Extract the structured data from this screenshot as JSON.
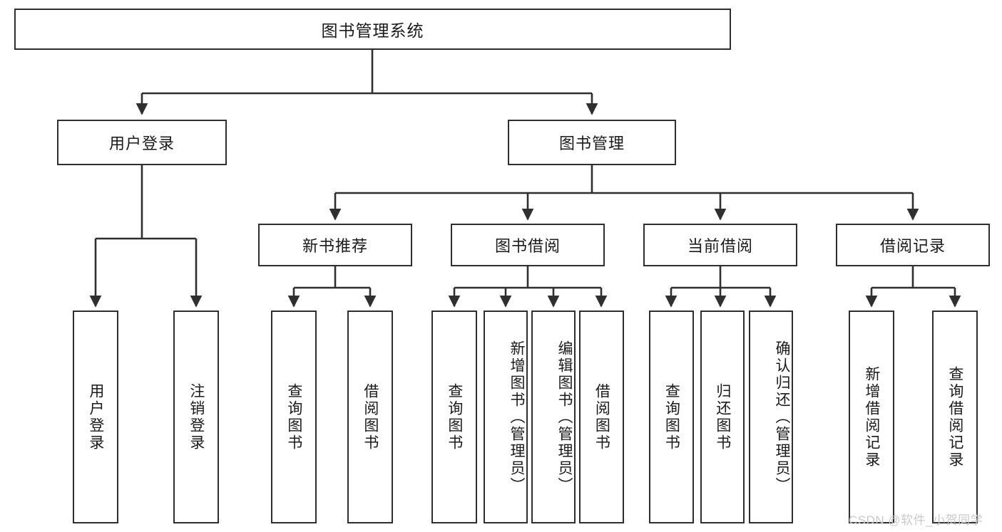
{
  "diagram": {
    "type": "tree",
    "title": "图书管理系统",
    "root": {
      "label": "图书管理系统",
      "children": [
        {
          "label": "用户登录",
          "children": [
            {
              "label": "用户登录"
            },
            {
              "label": "注销登录"
            }
          ]
        },
        {
          "label": "图书管理",
          "children": [
            {
              "label": "新书推荐",
              "children": [
                {
                  "label": "查询图书"
                },
                {
                  "label": "借阅图书"
                }
              ]
            },
            {
              "label": "图书借阅",
              "children": [
                {
                  "label": "查询图书"
                },
                {
                  "label": "新增图书（管理员）"
                },
                {
                  "label": "编辑图书（管理员）"
                },
                {
                  "label": "借阅图书"
                }
              ]
            },
            {
              "label": "当前借阅",
              "children": [
                {
                  "label": "查询图书"
                },
                {
                  "label": "归还图书"
                },
                {
                  "label": "确认归还（管理员）"
                }
              ]
            },
            {
              "label": "借阅记录",
              "children": [
                {
                  "label": "新增借阅记录"
                },
                {
                  "label": "查询借阅记录"
                }
              ]
            }
          ]
        }
      ]
    }
  },
  "watermark": {
    "text": "CSDN @软件_小贺同学"
  },
  "colors": {
    "stroke": "#2f2f2f",
    "background": "#ffffff",
    "text": "#1a1a1a",
    "watermark": "#c9c9c9"
  }
}
